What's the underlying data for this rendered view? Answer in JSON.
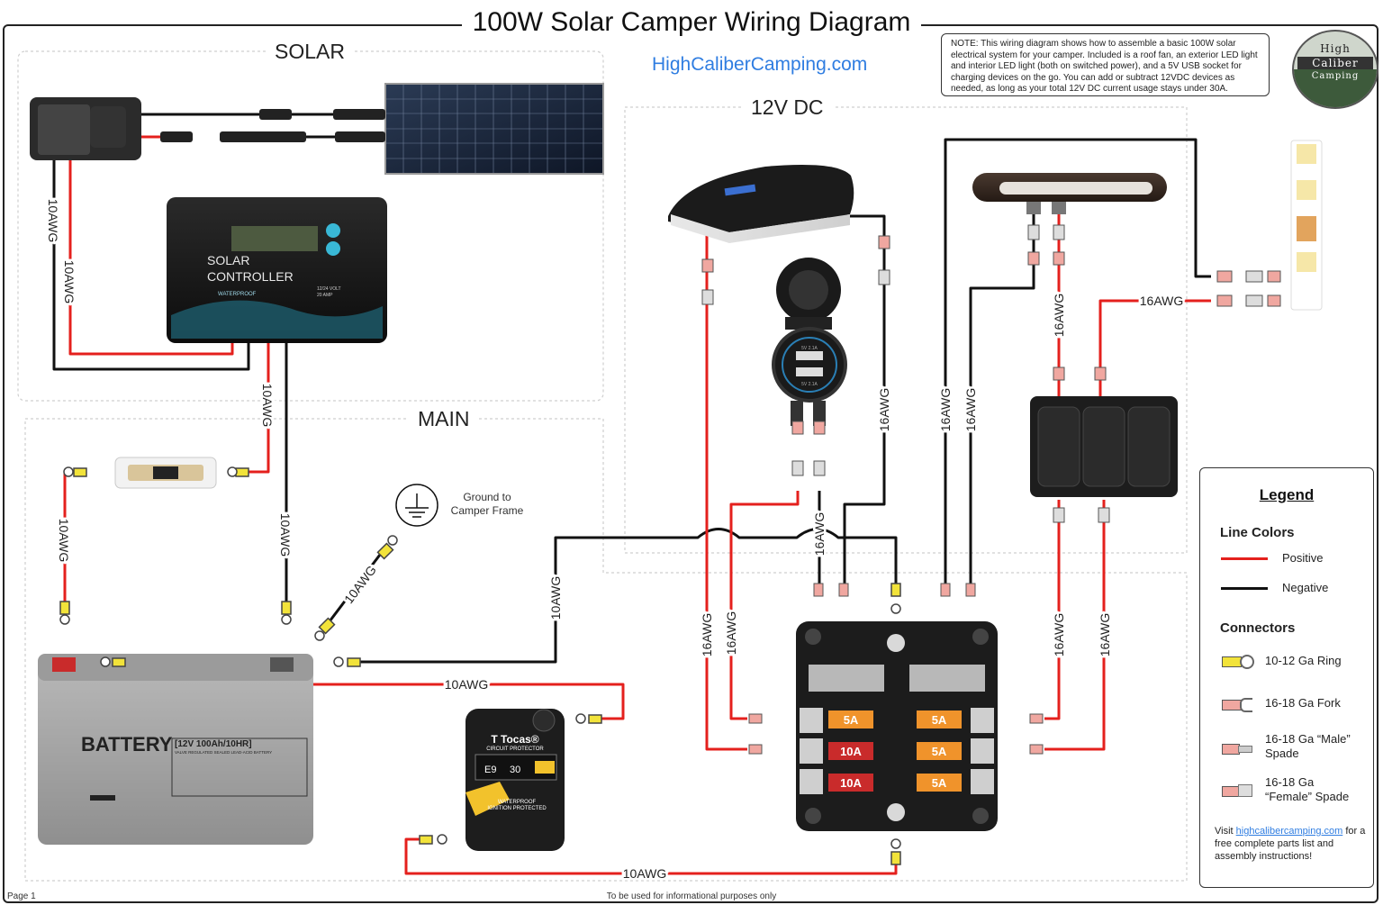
{
  "title": "100W Solar Camper Wiring Diagram",
  "website": "HighCaliberCamping.com",
  "note": "NOTE: This wiring diagram shows how to assemble a basic 100W solar electrical system for your camper. Included is a roof fan, an exterior LED light and interior LED light (both on switched power), and a 5V USB socket for charging devices on the go. You can add or subtract 12VDC devices as needed, as long as your total 12V DC current usage stays under 30A.",
  "logo": {
    "line1": "High",
    "line2": "Caliber",
    "line3": "Camping"
  },
  "sections": {
    "solar": "SOLAR",
    "dc": "12V DC",
    "main": "MAIN"
  },
  "components": {
    "controller": {
      "line1": "SOLAR",
      "line2": "CONTROLLER",
      "badge": "WATERPROOF",
      "spec1": "12/24 VOLT",
      "spec2": "20 AMP"
    },
    "battery": {
      "label": "BATTERY",
      "spec": "[12V 100Ah/10HR]",
      "sub": "VALVE REGULATED SEALED LEAD-ACID BATTERY"
    },
    "breaker": {
      "brand": "T Tocas®",
      "sub": "CIRCUIT PROTECTOR",
      "model": "E9",
      "rating": "30",
      "text2": "WATERPROOF",
      "text3": "IGNITION PROTECTED"
    },
    "usb": {
      "port1": "5V 2.1A",
      "port2": "5V 2.1A"
    },
    "ground": {
      "line1": "Ground to",
      "line2": "Camper Frame"
    },
    "fuses": [
      "5A",
      "10A",
      "10A",
      "5A",
      "5A",
      "5A"
    ]
  },
  "wire_labels": {
    "awg10": "10AWG",
    "awg16": "16AWG"
  },
  "legend": {
    "title": "Legend",
    "line_colors_heading": "Line Colors",
    "positive": "Positive",
    "negative": "Negative",
    "connectors_heading": "Connectors",
    "ring": "10-12 Ga Ring",
    "fork": "16-18 Ga Fork",
    "male_1": "16-18 Ga “Male”",
    "male_2": "Spade",
    "female_1": "16-18 Ga",
    "female_2": "“Female” Spade",
    "visit": "Visit",
    "link": "highcalibercamping.com",
    "visit_rest": "for a free complete parts list and assembly instructions!"
  },
  "colors": {
    "positive": "#e4201d",
    "negative": "#111111",
    "link": "#2f7de1",
    "ring": "#f2e33a",
    "spade": "#f0a7a0"
  },
  "footer": {
    "page": "Page 1",
    "disclaimer": "To be used for informational purposes only"
  }
}
